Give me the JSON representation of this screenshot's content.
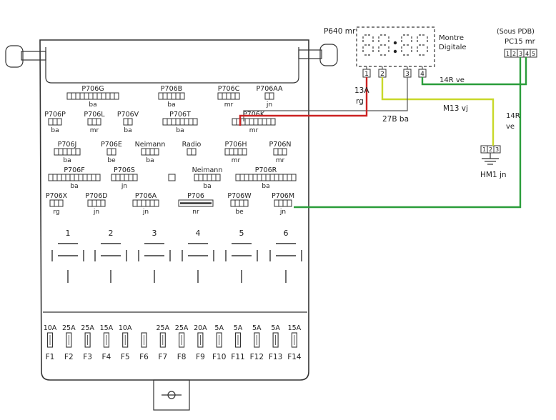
{
  "display": {
    "ref": "P640 mr",
    "title_line1": "Montre",
    "title_line2": "Digitale",
    "pins": [
      "1",
      "2",
      "3",
      "4"
    ]
  },
  "connector": {
    "note": "(Sous PDB)",
    "ref": "PC15 mr",
    "pins": [
      "1",
      "2",
      "3",
      "4",
      "5"
    ]
  },
  "ground": {
    "ref": "HM1 jn",
    "pins": [
      "1",
      "2",
      "3"
    ]
  },
  "wires": [
    {
      "id": "13A",
      "label_line1": "13A",
      "label_line2": "rg",
      "color": "#cc2222"
    },
    {
      "id": "27B",
      "label": "27B ba",
      "color": "#555555"
    },
    {
      "id": "14R-top",
      "label": "14R ve",
      "color": "#2a9d3a"
    },
    {
      "id": "M13",
      "label": "M13 vj",
      "color": "#c8d82a"
    },
    {
      "id": "14R-right",
      "label_line1": "14R",
      "label_line2": "ve",
      "color": "#2a9d3a"
    }
  ],
  "connectors": [
    {
      "ref": "P706G",
      "color": "ba"
    },
    {
      "ref": "P706B",
      "color": "ba"
    },
    {
      "ref": "P706C",
      "color": "mr"
    },
    {
      "ref": "P706AA",
      "color": "jn"
    },
    {
      "ref": "P706P",
      "color": "ba"
    },
    {
      "ref": "P706L",
      "color": "mr"
    },
    {
      "ref": "P706V",
      "color": "ba"
    },
    {
      "ref": "P706T",
      "color": "ba"
    },
    {
      "ref": "P706K",
      "color": "mr"
    },
    {
      "ref": "P706J",
      "color": "ba"
    },
    {
      "ref": "P706E",
      "color": "be"
    },
    {
      "ref": "Neimann",
      "color": "ba"
    },
    {
      "ref": "Radio",
      "color": ""
    },
    {
      "ref": "P706H",
      "color": "mr"
    },
    {
      "ref": "P706N",
      "color": "mr"
    },
    {
      "ref": "P706F",
      "color": "ba"
    },
    {
      "ref": "P706S",
      "color": "jn"
    },
    {
      "ref": "Neimann",
      "color": "ba"
    },
    {
      "ref": "P706R",
      "color": "ba"
    },
    {
      "ref": "P706X",
      "color": "rg"
    },
    {
      "ref": "P706D",
      "color": "jn"
    },
    {
      "ref": "P706A",
      "color": "jn"
    },
    {
      "ref": "P706",
      "color": "nr"
    },
    {
      "ref": "P706W",
      "color": "be"
    },
    {
      "ref": "P706M",
      "color": "jn"
    }
  ],
  "relays": [
    "1",
    "2",
    "3",
    "4",
    "5",
    "6"
  ],
  "fuses": [
    {
      "rating": "10A",
      "name": "F1"
    },
    {
      "rating": "25A",
      "name": "F2"
    },
    {
      "rating": "25A",
      "name": "F3"
    },
    {
      "rating": "15A",
      "name": "F4"
    },
    {
      "rating": "10A",
      "name": "F5"
    },
    {
      "rating": "",
      "name": "F6"
    },
    {
      "rating": "25A",
      "name": "F7"
    },
    {
      "rating": "25A",
      "name": "F8"
    },
    {
      "rating": "20A",
      "name": "F9"
    },
    {
      "rating": "5A",
      "name": "F10"
    },
    {
      "rating": "5A",
      "name": "F11"
    },
    {
      "rating": "5A",
      "name": "F12"
    },
    {
      "rating": "5A",
      "name": "F13"
    },
    {
      "rating": "15A",
      "name": "F14"
    }
  ]
}
